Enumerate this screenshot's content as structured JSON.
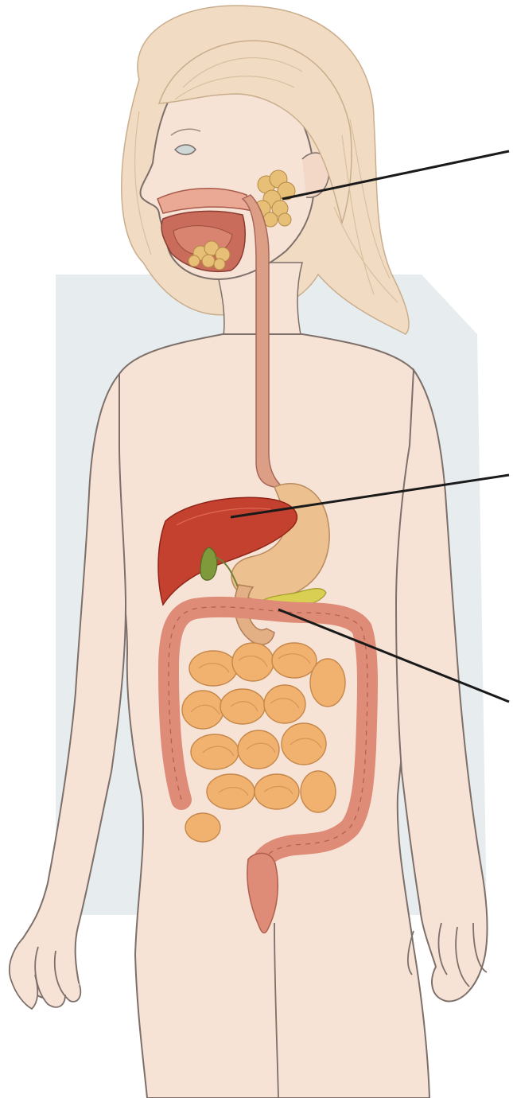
{
  "diagram": {
    "labels": [],
    "leader_lines": [
      {
        "target": "salivary-gland"
      },
      {
        "target": "liver"
      },
      {
        "target": "pancreas"
      }
    ]
  },
  "colors": {
    "background": "#ffffff",
    "shadow": "#e3eaec",
    "skin": "#f7e3d6",
    "skin_outline": "#7d6f69",
    "hair": "#f1dcc3",
    "hair_strand": "#d9bf9f",
    "liver": "#c4412f",
    "liver_dark": "#8f2417",
    "gallbladder": "#7f9a3a",
    "stomach": "#ecc08f",
    "esophagus": "#dd9e86",
    "pancreas": "#d9cf52",
    "salivary": "#e8bf76",
    "small_intestine": "#f1b26f",
    "large_intestine": "#de8b77",
    "mouth": "#c96c5c",
    "leader": "#1a1a1a"
  }
}
